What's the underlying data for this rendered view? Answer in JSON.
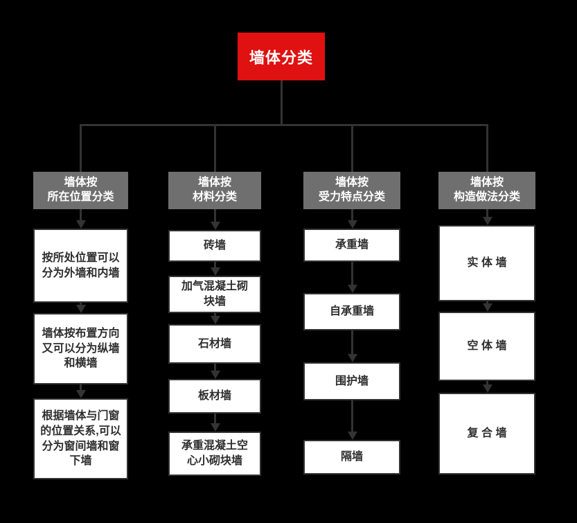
{
  "diagram": {
    "title": "墙体分类"
  },
  "columns": [
    {
      "header": "墙体按\n所在位置分类",
      "items": [
        "按所处位置可以\n分为外墙和内墙",
        "墙体按布置方向\n又可以分为纵墙\n和横墙",
        "根据墙体与门窗\n的位置关系,可以\n分为窗间墙和窗\n下墙"
      ]
    },
    {
      "header": "墙体按\n材料分类",
      "items": [
        "砖墙",
        "加气混凝土砌\n块墙",
        "石材墙",
        "板材墙",
        "承重混凝土空\n心小砌块墙"
      ]
    },
    {
      "header": "墙体按\n受力特点分类",
      "items": [
        "承重墙",
        "自承重墙",
        "围护墙",
        "隔墙"
      ]
    },
    {
      "header": "墙体按\n构造做法分类",
      "items": [
        "实 体 墙",
        "空 体 墙",
        "复 合 墙"
      ]
    }
  ],
  "colors": {
    "background": "#000000",
    "root_fill": "#e01111",
    "header_fill": "#6f6f6f",
    "node_fill": "#ffffff",
    "node_text": "#2e2e2e",
    "connector": "#333333"
  }
}
